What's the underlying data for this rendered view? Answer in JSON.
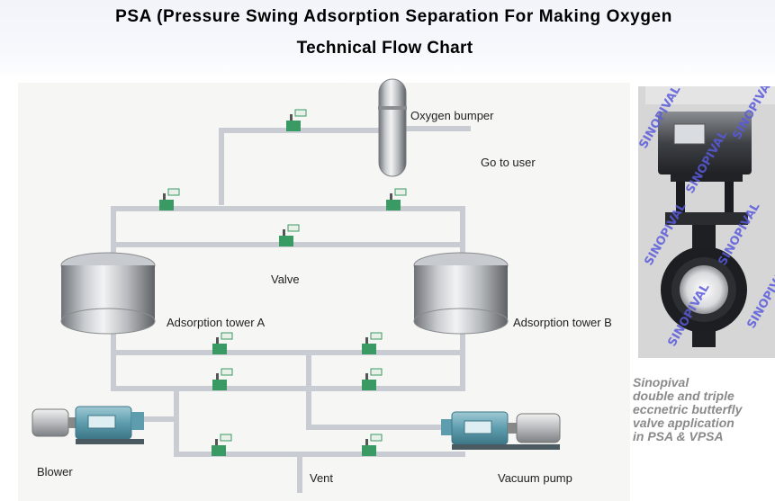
{
  "title": {
    "line1": "PSA (Pressure Swing Adsorption Separation For Making Oxygen",
    "line2": "Technical Flow Chart"
  },
  "labels": {
    "oxygen_bumper": "Oxygen bumper",
    "go_to_user": "Go to user",
    "valve": "Valve",
    "tower_a": "Adsorption tower A",
    "tower_b": "Adsorption tower B",
    "blower": "Blower",
    "vent": "Vent",
    "vacuum_pump": "Vacuum pump"
  },
  "photo": {
    "watermark": "SINOPIVAL"
  },
  "caption": {
    "line1": "Sinopival",
    "line2": "double and triple",
    "line3": "eccnetric butterfly",
    "line4": "valve application",
    "line5": "in PSA & VPSA"
  },
  "colors": {
    "pipe": "#c9cdd3",
    "valve_body": "#2f8f5a",
    "tank": "#b5b8bc",
    "machine": "#6aa6b6",
    "caption": "#8a8a8a",
    "watermark": "#5a5adc"
  },
  "icons": [
    "valve-icon",
    "tank-icon",
    "blower-icon",
    "vacuum-pump-icon"
  ]
}
